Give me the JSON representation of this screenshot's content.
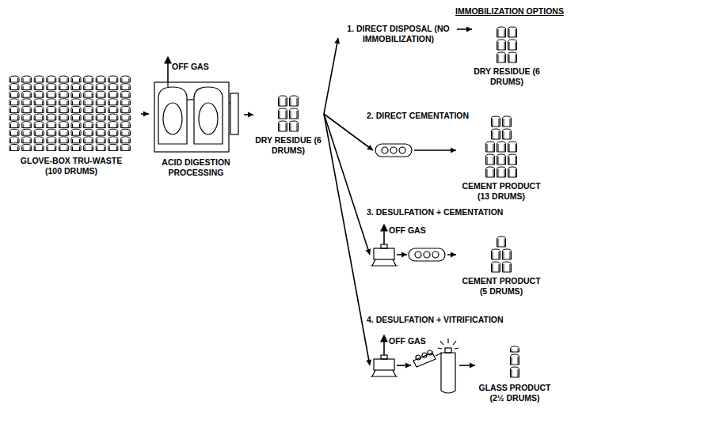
{
  "diagram": {
    "title": "IMMOBILIZATION OPTIONS",
    "nodes": [
      {
        "text": [
          "GLOVE-BOX TRU-WASTE (100 DRUMS)"
        ]
      },
      {
        "text": [
          "ACID DIGESTION PROCESSING"
        ]
      },
      {
        "text": [
          "DRY RESIDUE (6 DRUMS)"
        ]
      },
      {
        "text": [
          "DRY RESIDUE (6 DRUMS)"
        ]
      },
      {
        "text": [
          "CEMENT PRODUCT (13 DRUMS)"
        ]
      },
      {
        "text": [
          "CEMENT PRODUCT (5 DRUMS)"
        ]
      },
      {
        "text": [
          "GLASS PRODUCT (2½ DRUMS)"
        ]
      }
    ],
    "edges": [
      {
        "from": 0,
        "to": 1,
        "arrow": "to"
      },
      {
        "from": 1,
        "to": 2,
        "arrow": "to"
      },
      {
        "from": 2,
        "to": 3,
        "label": "1. DIRECT DISPOSAL (NO IMMOBILIZATION)",
        "arrow": "to"
      },
      {
        "from": 2,
        "to": 4,
        "label": "2. DIRECT CEMENTATION",
        "arrow": "to"
      },
      {
        "from": 2,
        "to": 5,
        "label": "3. DESULFATION + CEMENTATION",
        "arrow": "to"
      },
      {
        "from": 2,
        "to": 6,
        "label": "4. DESULFATION + VITRIFICATION",
        "arrow": "to"
      }
    ],
    "labels": [
      "OFF GAS",
      "OFF GAS",
      "OFF GAS"
    ]
  }
}
